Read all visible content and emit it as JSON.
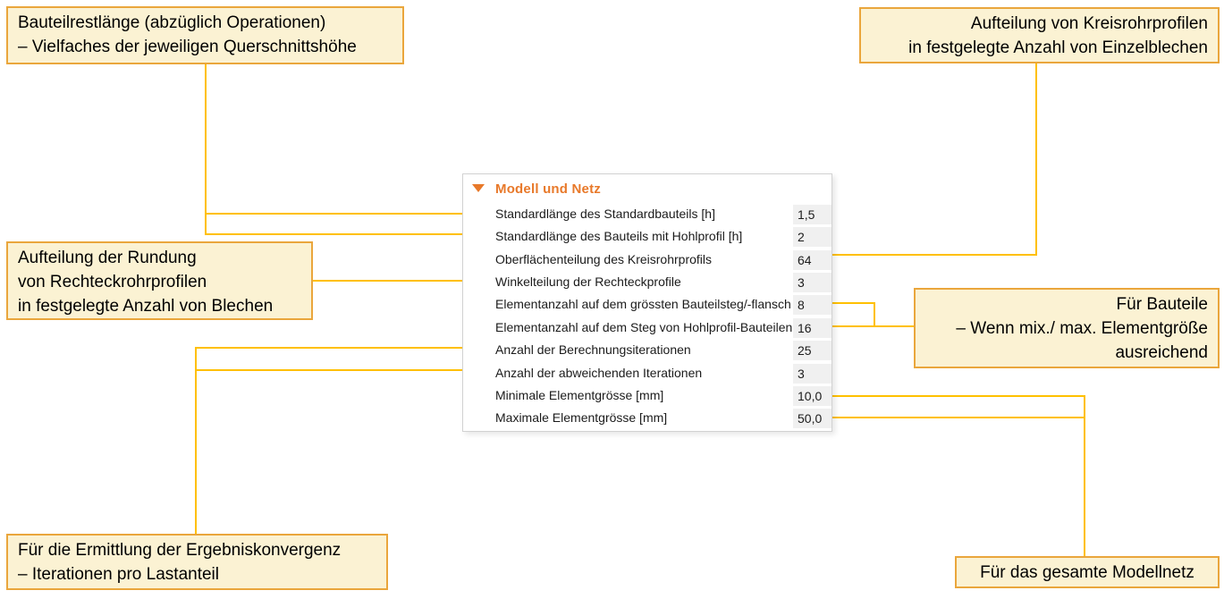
{
  "colors": {
    "accent_orange": "#e8792a",
    "connector_gold": "#ffc000",
    "callout_background": "#fbf2d3",
    "callout_border": "#eaa63c",
    "value_cell_background": "#f0f0f0"
  },
  "panel": {
    "title": "Modell und Netz",
    "collapse_icon": "triangle-down",
    "rows": [
      {
        "label": "Standardlänge des Standardbauteils [h]",
        "value": "1,5"
      },
      {
        "label": "Standardlänge des Bauteils mit Hohlprofil [h]",
        "value": "2"
      },
      {
        "label": "Oberflächenteilung des Kreisrohrprofils",
        "value": "64"
      },
      {
        "label": "Winkelteilung der Rechteckprofile",
        "value": "3"
      },
      {
        "label": "Elementanzahl auf dem grössten Bauteilsteg/-flansch",
        "value": "8"
      },
      {
        "label": "Elementanzahl auf dem Steg von Hohlprofil-Bauteilen",
        "value": "16"
      },
      {
        "label": "Anzahl der Berechnungsiterationen",
        "value": "25"
      },
      {
        "label": "Anzahl der abweichenden Iterationen",
        "value": "3"
      },
      {
        "label": "Minimale Elementgrösse [mm]",
        "value": "10,0"
      },
      {
        "label": "Maximale Elementgrösse [mm]",
        "value": "50,0"
      }
    ]
  },
  "callouts": {
    "top_left": {
      "line1": "Bauteilrestlänge (abzüglich Operationen)",
      "line2": "– Vielfaches der jeweiligen Querschnittshöhe"
    },
    "top_right": {
      "line1": "Aufteilung von Kreisrohrprofilen",
      "line2": "in festgelegte Anzahl von Einzelblechen"
    },
    "mid_left": {
      "line1": "Aufteilung der Rundung",
      "line2": "von Rechteckrohrprofilen",
      "line3": "in festgelegte Anzahl von Blechen"
    },
    "mid_right": {
      "line1": "Für Bauteile",
      "line2": "– Wenn mix./ max. Elementgröße",
      "line3": "ausreichend"
    },
    "bottom_left": {
      "line1": "Für die Ermittlung der Ergebniskonvergenz",
      "line2": "– Iterationen pro Lastanteil"
    },
    "bottom_right": {
      "line1": "Für das gesamte Modellnetz"
    }
  }
}
